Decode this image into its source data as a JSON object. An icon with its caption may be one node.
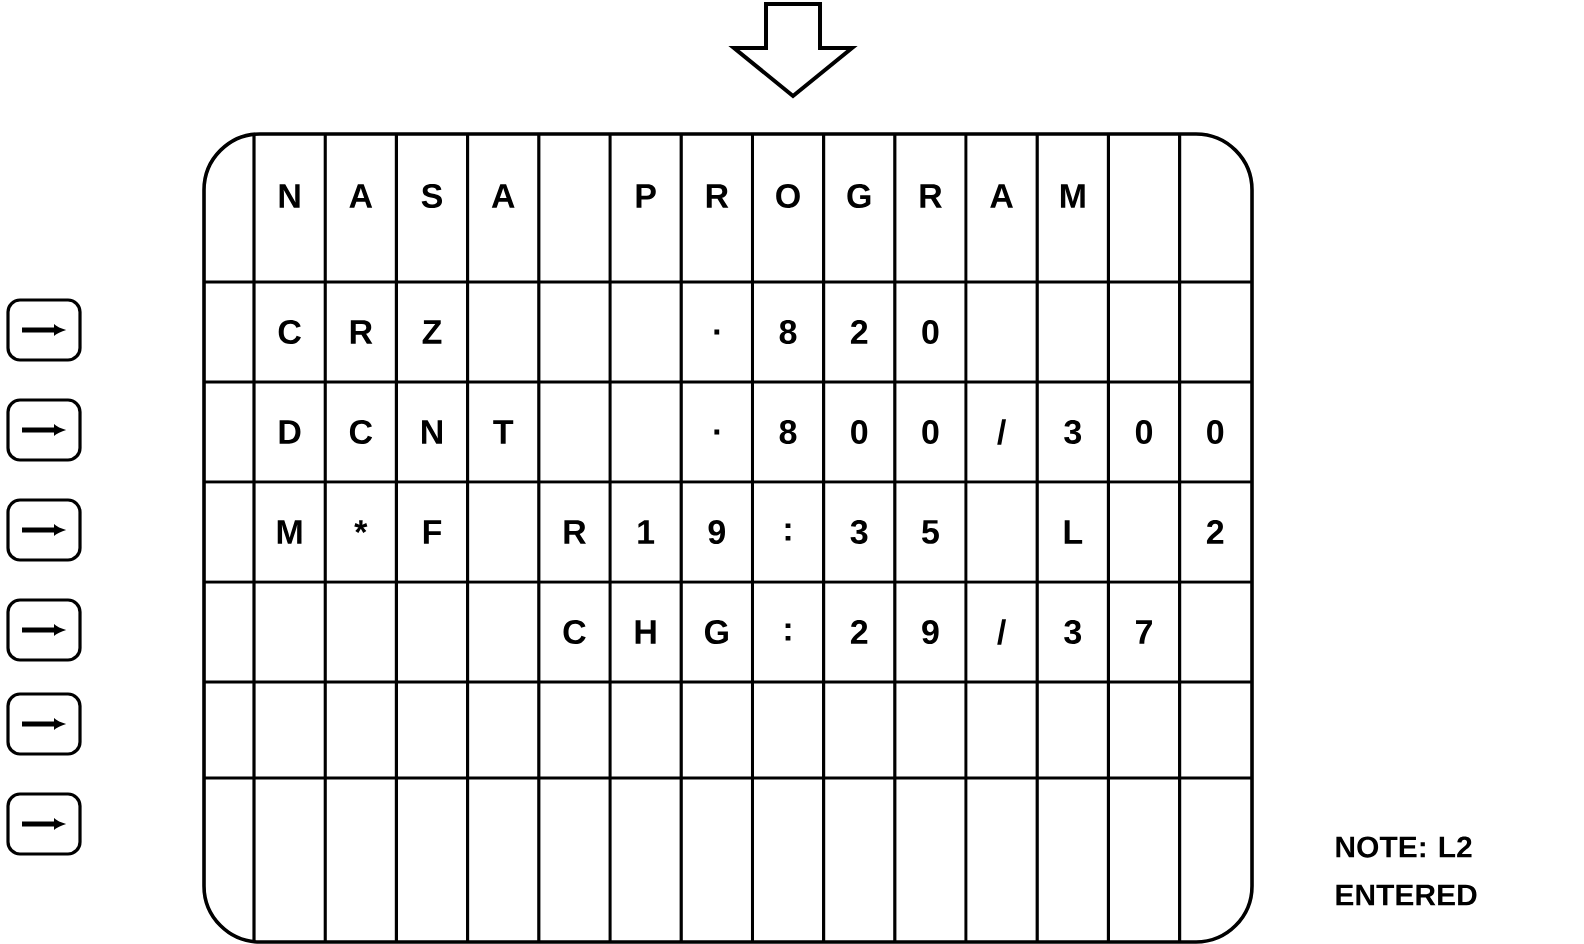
{
  "diagram": {
    "labels": [
      "N",
      "A",
      "S",
      "A",
      "P",
      "R",
      "O",
      "G",
      "R",
      "A",
      "M",
      "C",
      "R",
      "Z",
      ".",
      "8",
      "2",
      "0",
      "D",
      "C",
      "N",
      "T",
      ".",
      "8",
      "0",
      "0",
      "/",
      "3",
      "0",
      "0",
      "M",
      "*",
      "F",
      "R",
      "1",
      "9",
      ":",
      "3",
      "5",
      "L",
      "2",
      "C",
      "H",
      "G",
      ":",
      "2",
      "9",
      "/",
      "3",
      "7",
      "NOTE: L2 ENTERED"
    ]
  }
}
